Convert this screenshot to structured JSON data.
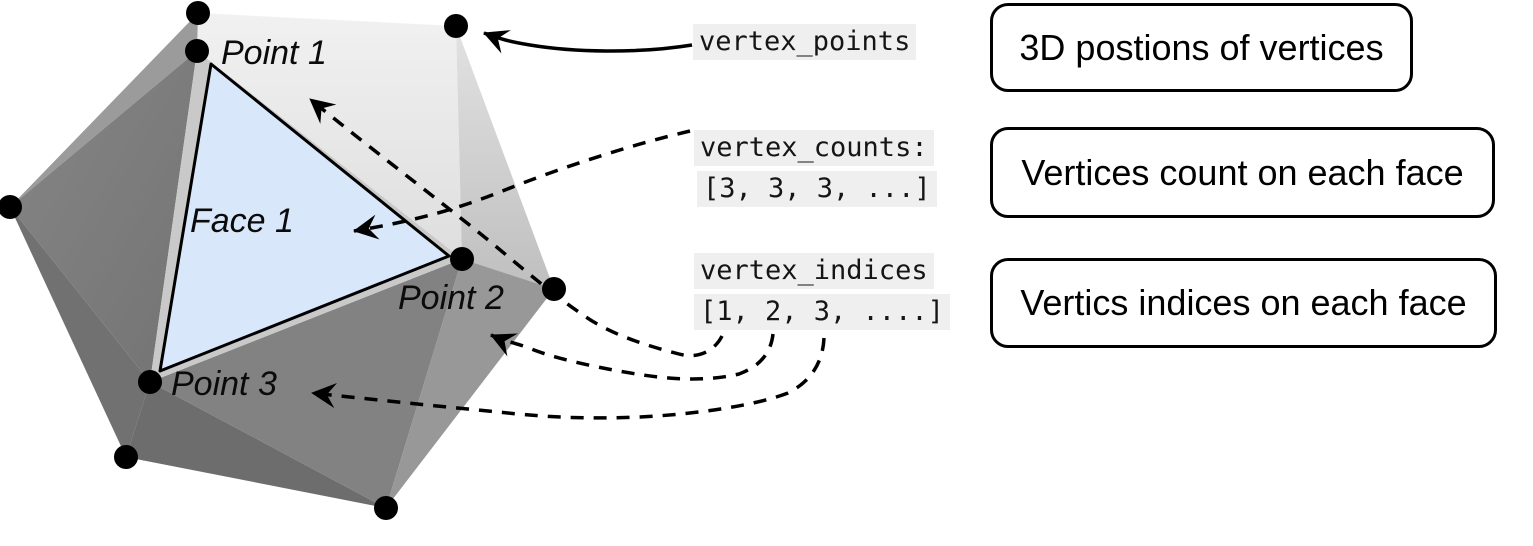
{
  "labels": {
    "point1": "Point 1",
    "face1": "Face 1",
    "point2": "Point 2",
    "point3": "Point 3"
  },
  "code": {
    "vertex_points": "vertex_points",
    "vertex_counts1": "vertex_counts:",
    "vertex_counts2": "[3, 3, 3, ...]",
    "vertex_indices1": "vertex_indices",
    "vertex_indices2": "[1, 2, 3, ....]"
  },
  "boxes": [
    {
      "label": "3D postions of vertices"
    },
    {
      "label": "Vertices count on each face"
    },
    {
      "label": "Vertics indices on each face"
    }
  ],
  "colors": {
    "face_top_light": "#e8e8e8",
    "face_right_light": "#d2d2d2",
    "face_dark_left": "#7a7a7a",
    "face_dark_sliver": "#9b9b9b",
    "face_bottom_dark": "#6d6d6d",
    "face_mid": "#828282",
    "face_bottom_right": "#989898",
    "face_rim": "#c9c9c9",
    "face_highlight_blue": "#d9e7fb",
    "code_background": "#efefef",
    "ink": "#000000"
  }
}
